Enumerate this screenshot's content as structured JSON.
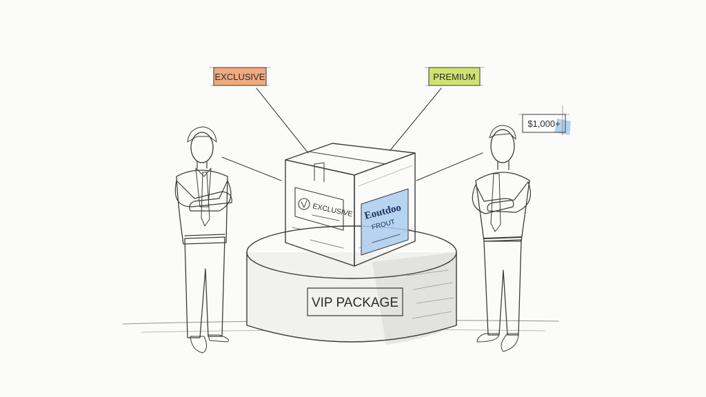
{
  "labels": {
    "exclusive": "EXCLUSIVE",
    "premium": "PREMIUM",
    "price": "$1,000+",
    "pedestal": "VIP PACKAGE"
  },
  "box": {
    "front_label": "EXCLUSIVE",
    "side_label_line1": "Eoutdoo",
    "side_label_line2": "FROUT"
  },
  "colors": {
    "exclusive_tag": "#f0a070",
    "premium_tag": "#cde068",
    "price_tag": "#a9c8ef",
    "green_tie": "#a8b43c",
    "blue_tie": "#4f86c8",
    "hair_left": "#c9733b",
    "box_side_label": "#a9cdef"
  }
}
